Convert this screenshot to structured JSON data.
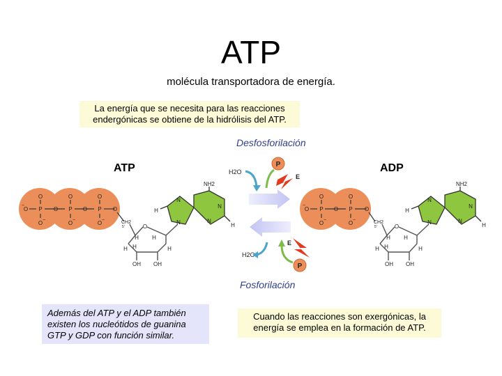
{
  "title": "ATP",
  "subtitle": "molécula transportadora de energía.",
  "notes": {
    "top_line1": "La energía que se necesita para las reacciones",
    "top_line2": "endergónicas se obtiene de la hidrólisis del ATP.",
    "bottom_left_line1": "Además del ATP y el ADP también",
    "bottom_left_line2": "existen los nucleótidos de guanina",
    "bottom_left_line3": "GTP y GDP con función similar.",
    "bottom_right_line1": "Cuando las reacciones son exergónicas, la",
    "bottom_right_line2": "energía se emplea en la formación de ATP."
  },
  "molecules": {
    "atp_label": "ATP",
    "adp_label": "ADP"
  },
  "processes": {
    "dephosphorylation": "Desfosforilación",
    "phosphorylation": "Fosforilación"
  },
  "reaction_items": {
    "water": "H2O",
    "phosphate": "P",
    "energy": "E"
  },
  "atoms": {
    "oxygen": "O",
    "phosphorus": "P",
    "nitrogen": "N",
    "hydrogen": "H",
    "amino": "NH2",
    "hydroxyl": "OH",
    "methylene": "CH2",
    "carbon5": "5'",
    "minus": "−"
  },
  "colors": {
    "phosphate_orange": "#ec8e5a",
    "base_green": "#8ec63f",
    "arrow_lavender": "#cfd0f6",
    "note_yellow": "#fdfbd7",
    "note_lavender": "#e4e5fb",
    "process_blue": "#2f3f8a",
    "energy_red": "#e23a1f"
  }
}
